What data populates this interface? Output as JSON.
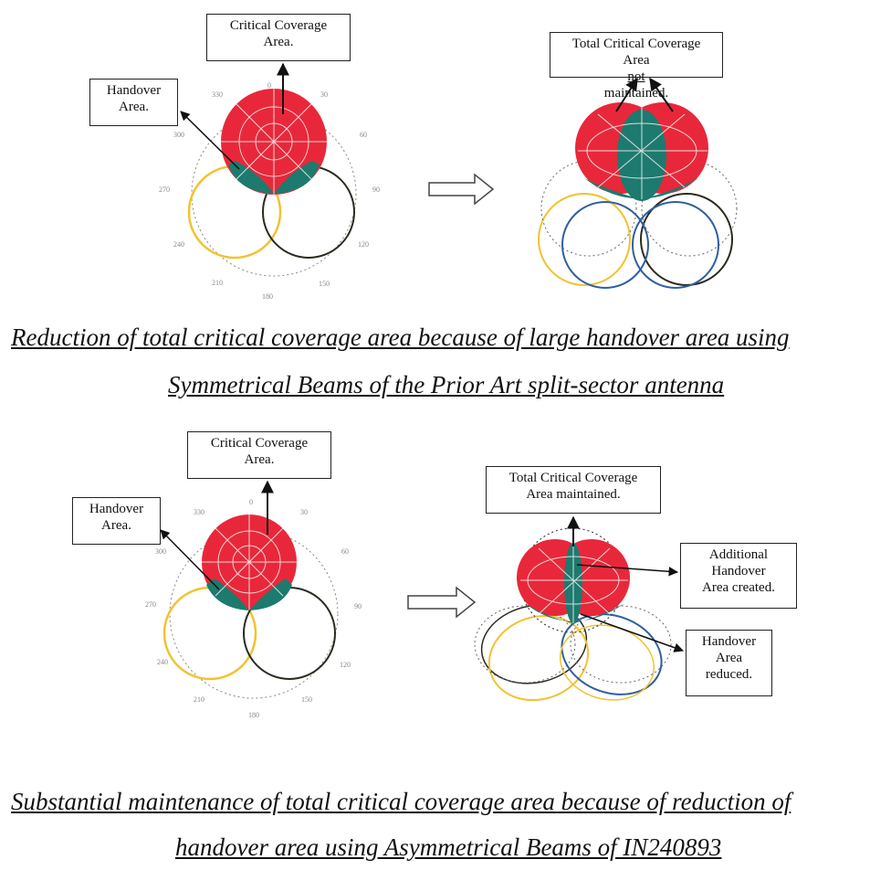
{
  "top": {
    "left_diagram": {
      "critical_label": [
        "Critical Coverage",
        "Area."
      ],
      "handover_label": [
        "Handover",
        "Area."
      ],
      "angle_labels": [
        "0",
        "30",
        "60",
        "90",
        "120",
        "150",
        "180",
        "210",
        "240",
        "270",
        "300",
        "330"
      ]
    },
    "right_diagram": {
      "total_label_line1": "Total Critical Coverage",
      "total_label_line2_pre": "Area ",
      "total_label_line2_emph": "not",
      "total_label_line2_post": " maintained."
    },
    "caption": [
      "Reduction of total critical coverage area because of large handover area using",
      "Symmetrical Beams of the Prior Art split-sector antenna"
    ]
  },
  "bottom": {
    "left_diagram": {
      "critical_label": [
        "Critical Coverage",
        "Area."
      ],
      "handover_label": [
        "Handover",
        "Area."
      ],
      "angle_labels": [
        "0",
        "30",
        "60",
        "90",
        "120",
        "150",
        "180",
        "210",
        "240",
        "270",
        "300",
        "330"
      ]
    },
    "right_diagram": {
      "total_label": [
        "Total Critical Coverage",
        "Area maintained."
      ],
      "additional_label": [
        "Additional",
        "Handover",
        "Area created."
      ],
      "reduced_label": [
        "Handover",
        "Area",
        "reduced."
      ]
    },
    "caption": [
      "Substantial maintenance of total critical coverage area because of reduction of",
      "handover area using Asymmetrical Beams of IN240893"
    ]
  },
  "colors": {
    "critical_red": "#e8283a",
    "handover_teal": "#1d7a6e",
    "beam_yellow": "#f2c230",
    "beam_black": "#2a2a1e",
    "beam_blue": "#2f5fa0",
    "grid_white": "#f5f5f5",
    "dotted_gray": "#777777"
  }
}
